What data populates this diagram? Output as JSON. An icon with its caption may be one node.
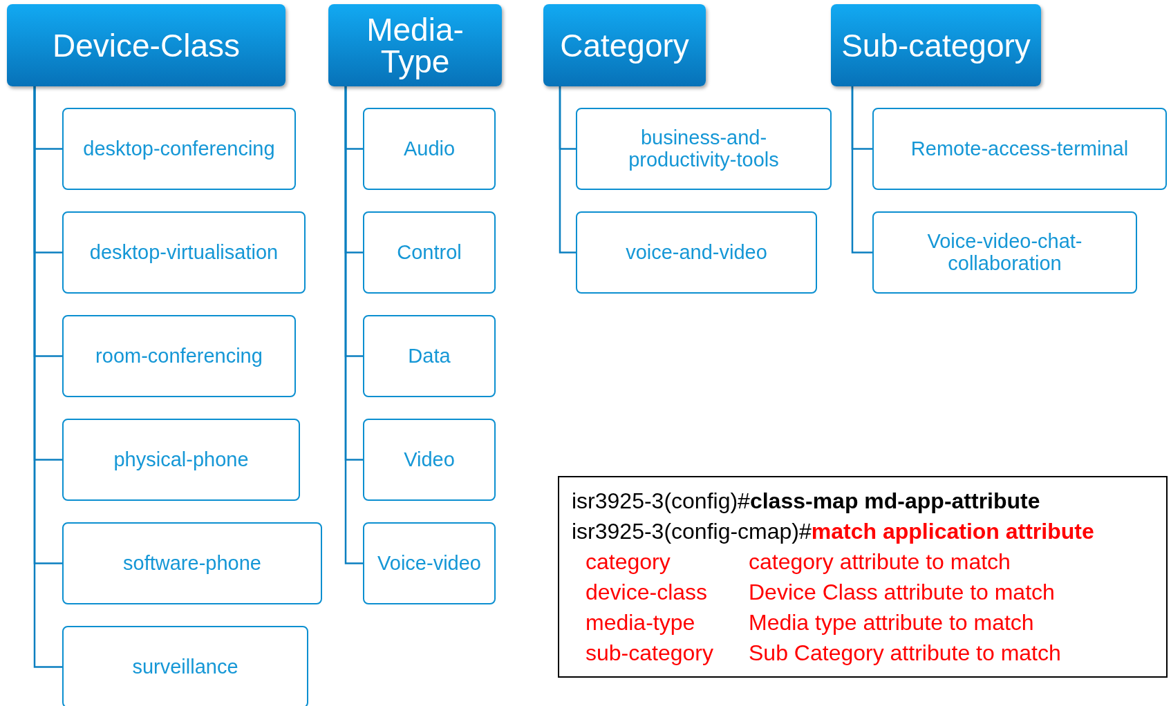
{
  "diagram": {
    "nodes": [
      {
        "text": [
          "Device-Class"
        ]
      },
      {
        "text": [
          "desktop-conferencing"
        ]
      },
      {
        "text": [
          "desktop-virtualisation"
        ]
      },
      {
        "text": [
          "room-conferencing"
        ]
      },
      {
        "text": [
          "physical-phone"
        ]
      },
      {
        "text": [
          "software-phone"
        ]
      },
      {
        "text": [
          "surveillance"
        ]
      },
      {
        "text": [
          "Media-Type"
        ]
      },
      {
        "text": [
          "Audio"
        ]
      },
      {
        "text": [
          "Control"
        ]
      },
      {
        "text": [
          "Data"
        ]
      },
      {
        "text": [
          "Video"
        ]
      },
      {
        "text": [
          "Voice-video"
        ]
      },
      {
        "text": [
          "Category"
        ]
      },
      {
        "text": [
          "business-and-productivity-tools"
        ]
      },
      {
        "text": [
          "voice-and-video"
        ]
      },
      {
        "text": [
          "Sub-category"
        ]
      },
      {
        "text": [
          "Remote-access-terminal"
        ]
      },
      {
        "text": [
          "Voice-video-chat-collaboration"
        ]
      }
    ],
    "edges": [
      {
        "from": 0,
        "to": 1,
        "arrow": "none"
      },
      {
        "from": 0,
        "to": 2,
        "arrow": "none"
      },
      {
        "from": 0,
        "to": 3,
        "arrow": "none"
      },
      {
        "from": 0,
        "to": 4,
        "arrow": "none"
      },
      {
        "from": 0,
        "to": 5,
        "arrow": "none"
      },
      {
        "from": 0,
        "to": 6,
        "arrow": "none"
      },
      {
        "from": 7,
        "to": 8,
        "arrow": "none"
      },
      {
        "from": 7,
        "to": 9,
        "arrow": "none"
      },
      {
        "from": 7,
        "to": 10,
        "arrow": "none"
      },
      {
        "from": 7,
        "to": 11,
        "arrow": "none"
      },
      {
        "from": 7,
        "to": 12,
        "arrow": "none"
      },
      {
        "from": 13,
        "to": 14,
        "arrow": "none"
      },
      {
        "from": 13,
        "to": 15,
        "arrow": "none"
      },
      {
        "from": 16,
        "to": 17,
        "arrow": "none"
      },
      {
        "from": 16,
        "to": 18,
        "arrow": "none"
      }
    ],
    "labels": [
      "isr3925-3(config)#**class-map md-app-attribute**",
      "isr3925-3(config-cmap)#**match application attribute**",
      "category",
      "category attribute to match",
      "device-class",
      "Device Class attribute to match",
      "media-type",
      "Media type attribute to match",
      "sub-category",
      "Sub Category attribute to match"
    ]
  }
}
